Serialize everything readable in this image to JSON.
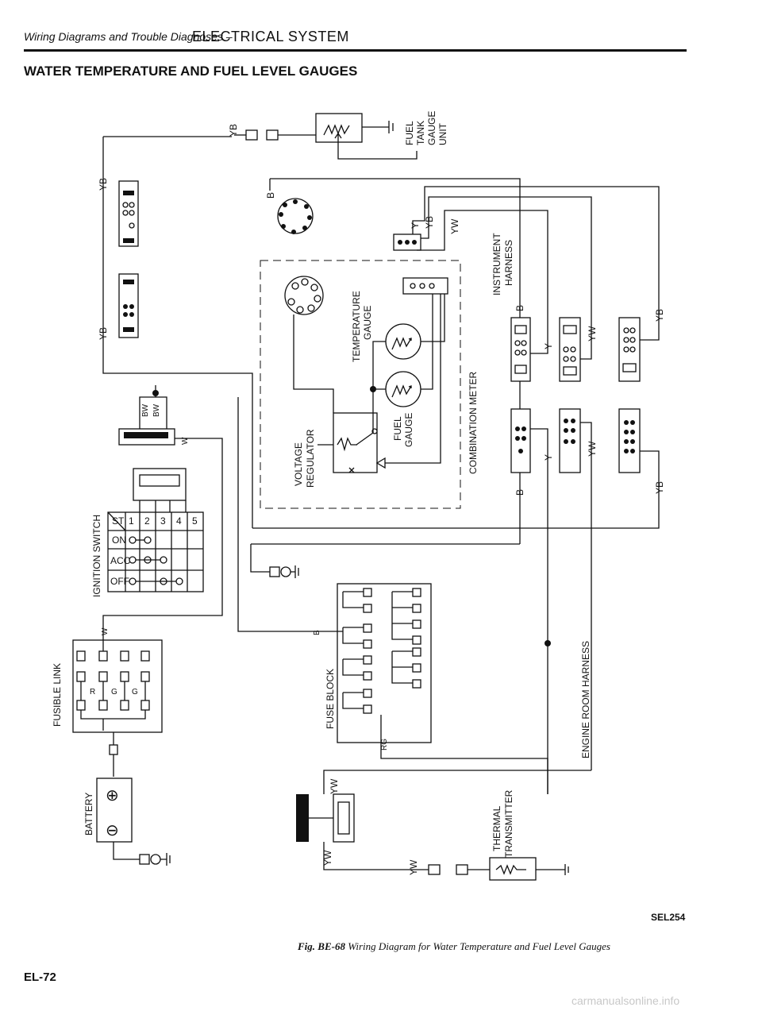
{
  "header": {
    "section_left": "Wiring Diagrams and Trouble Diagnoses –",
    "section_right": "ELECTRICAL SYSTEM",
    "title": "WATER TEMPERATURE AND FUEL LEVEL GAUGES"
  },
  "components": {
    "fuel_tank_gauge_unit": "FUEL TANK GAUGE UNIT",
    "fuel_tank_line1": "FUEL",
    "fuel_tank_line2": "TANK",
    "fuel_tank_line3": "GAUGE",
    "fuel_tank_line4": "UNIT",
    "instrument_harness": "INSTRUMENT HARNESS",
    "instrument_line1": "INSTRUMENT",
    "instrument_line2": "HARNESS",
    "temperature_gauge_line1": "TEMPERATURE",
    "temperature_gauge_line2": "GAUGE",
    "fuel_gauge_line1": "FUEL",
    "fuel_gauge_line2": "GAUGE",
    "voltage_regulator_line1": "VOLTAGE",
    "voltage_regulator_line2": "REGULATOR",
    "combination_meter": "COMBINATION METER",
    "ignition_switch": "IGNITION SWITCH",
    "fusible_link": "FUSIBLE LINK",
    "fuse_block": "FUSE BLOCK",
    "battery": "BATTERY",
    "engine_room_harness": "ENGINE ROOM HARNESS",
    "thermal_line1": "THERMAL",
    "thermal_line2": "TRANSMITTER"
  },
  "ignition_table": {
    "positions": [
      "ST",
      "ON",
      "ACC",
      "OFF"
    ],
    "terminals": [
      "1",
      "2",
      "3",
      "4",
      "5"
    ]
  },
  "wires": {
    "yb": "YB",
    "b": "B",
    "y": "Y",
    "yw": "YW",
    "bw": "BW",
    "w": "W",
    "r": "R",
    "g": "G",
    "rg": "RG"
  },
  "battery_symbols": {
    "plus": "⊕",
    "minus": "⊖"
  },
  "ref_code": "SEL254",
  "caption": {
    "fig": "Fig. BE-68",
    "text": "Wiring Diagram for Water Temperature and Fuel Level Gauges"
  },
  "page_number": "EL-72",
  "watermark": "carmanualsonline.info"
}
